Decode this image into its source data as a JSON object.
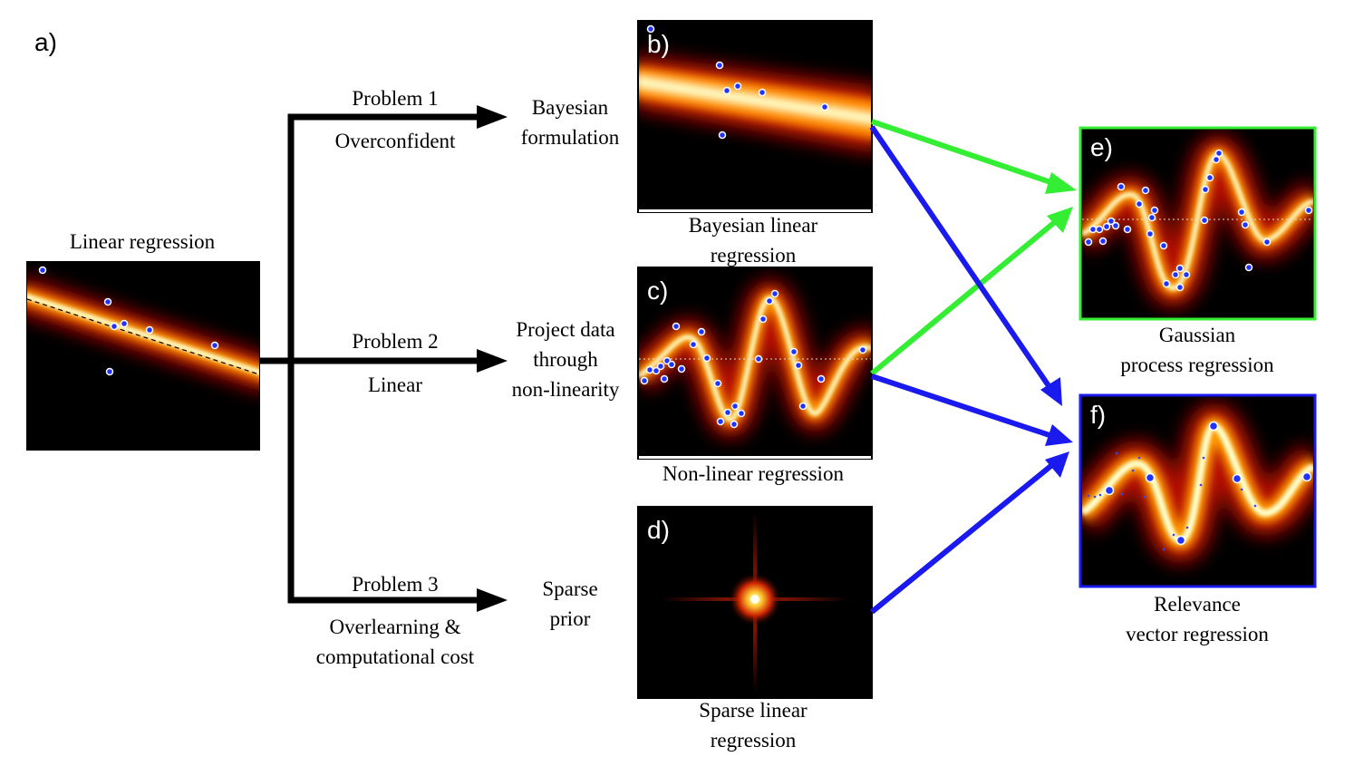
{
  "figure_label": "a)",
  "colors": {
    "arrow_black": "#000000",
    "arrow_green": "#33ee33",
    "arrow_blue": "#1a1aee",
    "panel_background": "#000000",
    "heat_core": "#ffffdd",
    "heat_mid": "#ff9900",
    "heat_edge": "#b31000",
    "data_point": "#2233ff"
  },
  "linear_panel": {
    "title": "Linear regression"
  },
  "problems": [
    {
      "title": "Problem 1",
      "subtitle": [
        "Overconfident"
      ],
      "solution": [
        "Bayesian",
        "formulation"
      ]
    },
    {
      "title": "Problem 2",
      "subtitle": [
        "Linear"
      ],
      "solution": [
        "Project data",
        "through",
        "non-linearity"
      ]
    },
    {
      "title": "Problem 3",
      "subtitle": [
        "Overlearning &",
        "computational cost"
      ],
      "solution": [
        "Sparse",
        "prior"
      ]
    }
  ],
  "panels": {
    "b": {
      "letter": "b)",
      "caption": [
        "Bayesian linear",
        "regression"
      ]
    },
    "c": {
      "letter": "c)",
      "caption": [
        "Non-linear regression"
      ]
    },
    "d": {
      "letter": "d)",
      "caption": [
        "Sparse linear",
        "regression"
      ]
    },
    "e": {
      "letter": "e)",
      "caption": [
        "Gaussian",
        "process regression"
      ],
      "border": "#33ee33"
    },
    "f": {
      "letter": "f)",
      "caption": [
        "Relevance",
        "vector regression"
      ],
      "border": "#1a1aee"
    }
  }
}
